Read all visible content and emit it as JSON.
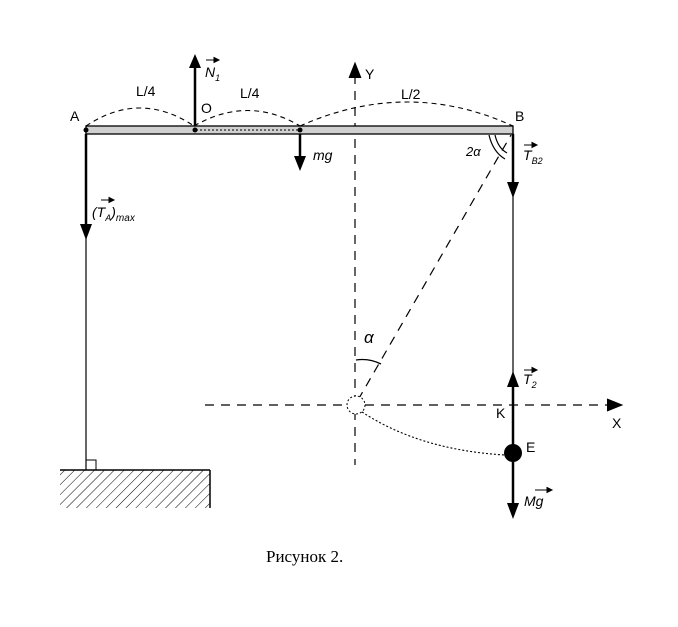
{
  "points": {
    "A": "A",
    "O": "O",
    "B": "B",
    "K": "K",
    "E": "E"
  },
  "axes": {
    "y": "Y",
    "x": "X"
  },
  "segments": {
    "l1": "L/4",
    "l2": "L/4",
    "l3": "L/2"
  },
  "forces": {
    "n1_base": "N",
    "n1_sub": "1",
    "mg": "mg",
    "ta_open": "(",
    "ta_base": "T",
    "ta_sub": "A",
    "ta_close": ")",
    "ta_max": "max",
    "tb2_base": "T",
    "tb2_sub": "B2",
    "t2_base": "T",
    "t2_sub": "2",
    "Mg": "Mg"
  },
  "angles": {
    "alpha": "α",
    "two_alpha": "2α"
  },
  "caption": "Рисунок 2."
}
